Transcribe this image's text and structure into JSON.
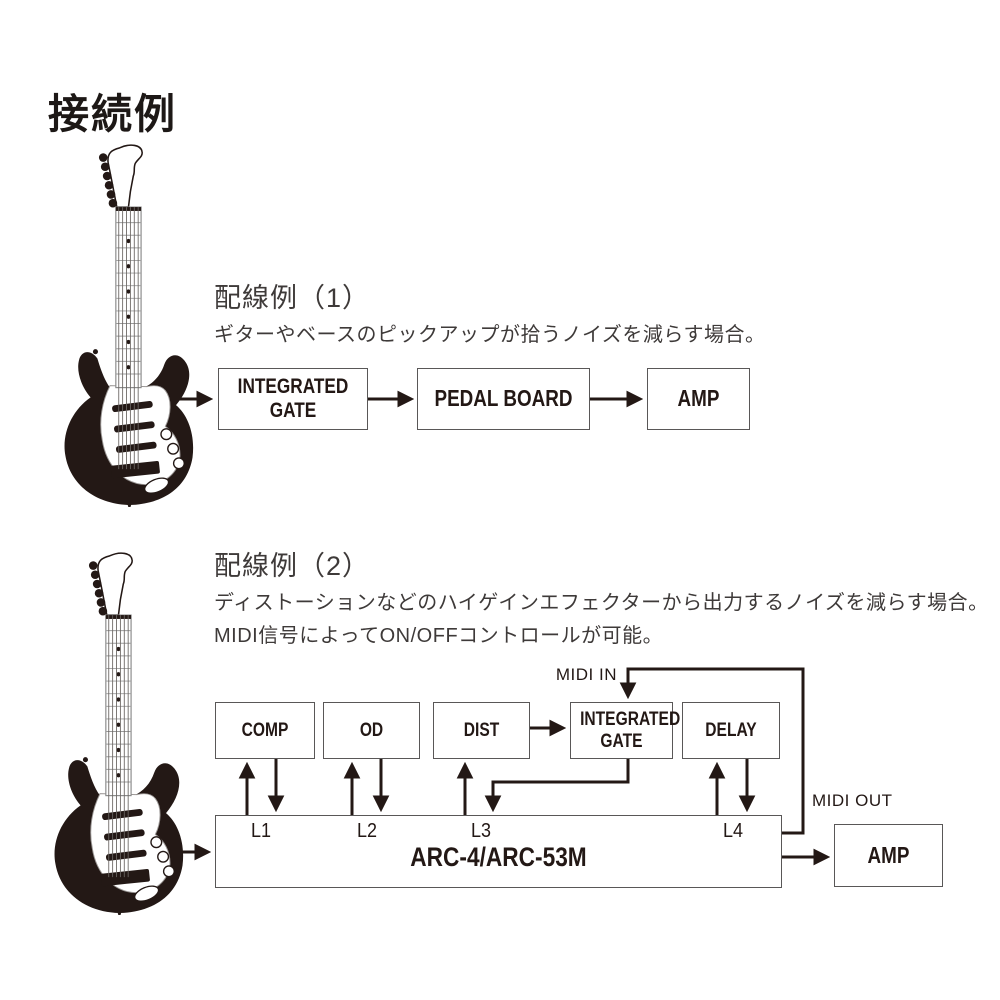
{
  "page": {
    "title": "接続例"
  },
  "colors": {
    "ink": "#231815",
    "box_border": "#595757",
    "body_text": "#3e3a39"
  },
  "example1": {
    "heading": "配線例（1）",
    "description": "ギターやベースのピックアップが拾うノイズを減らす場合。",
    "nodes": {
      "integrated_gate": "INTEGRATED GATE",
      "pedal_board": "PEDAL BOARD",
      "amp": "AMP"
    }
  },
  "example2": {
    "heading": "配線例（2）",
    "description_line1": "ディストーションなどのハイゲインエフェクターから出力するノイズを減らす場合。",
    "description_line2": "MIDI信号によってON/OFFコントロールが可能。",
    "nodes": {
      "comp": "COMP",
      "od": "OD",
      "dist": "DIST",
      "integrated_gate": "INTEGRATED GATE",
      "delay": "DELAY",
      "switcher": "ARC-4/ARC-53M",
      "amp": "AMP"
    },
    "loops": [
      "L1",
      "L2",
      "L3",
      "L4"
    ],
    "midi_in_label": "MIDI IN",
    "midi_out_label": "MIDI OUT"
  }
}
